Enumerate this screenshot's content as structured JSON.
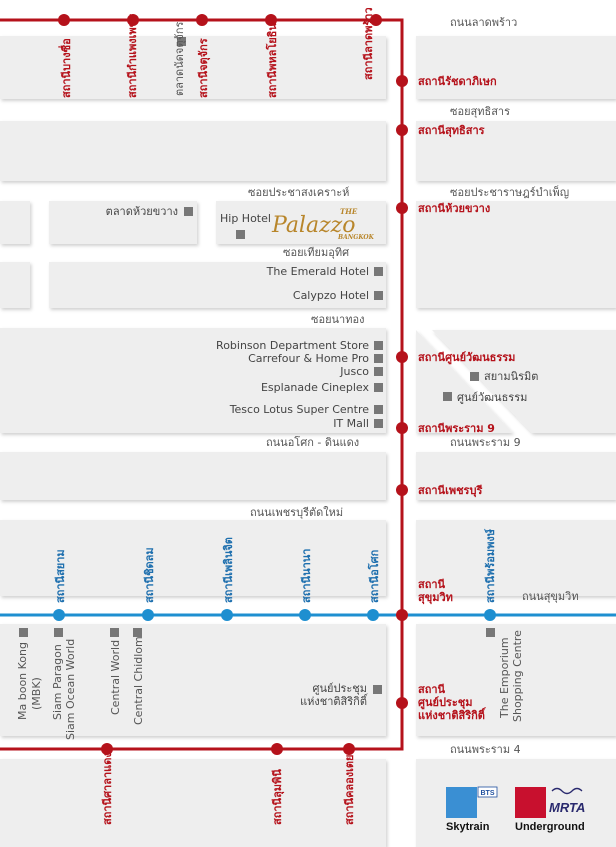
{
  "map": {
    "roads": {
      "ladprao": "ถนนลาดพร้าว",
      "soi_suthisan": "ซอยสุทธิสาร",
      "soi_pracha_songkhro": "ซอยประชาสงเคราะห์",
      "soi_pracharat_bampen": "ซอยประชาราษฎร์บำเพ็ญ",
      "soi_tiam_ruammit": "ซอยเทียมอุทิศ",
      "soi_na_thong": "ซอยนาทอง",
      "asok_din_daeng": "ถนนอโศก - ดินแดง",
      "rama9": "ถนนพระราม 9",
      "new_phetchaburi": "ถนนเพชรบุรีตัดใหม่",
      "sukhumvit": "ถนนสุขุมวิท",
      "rama4": "ถนนพระราม 4"
    },
    "mrt_top_stations": [
      "สถานีบางซื่อ",
      "สถานีกำแพงเพชร",
      "สถานีจตุจักร",
      "สถานีพหลโยธิน",
      "สถานีลาดพร้าว"
    ],
    "mrt_right_stations": {
      "ratchadaphisek": "สถานีรัชดาภิเษก",
      "sutthisan": "สถานีสุทธิสาร",
      "huai_khwang": "สถานีห้วยขวาง",
      "thailand_cultural_centre": "สถานีศูนย์วัฒนธรรม",
      "rama9": "สถานีพระราม 9",
      "phetchaburi": "สถานีเพชรบุรี",
      "sukhumvit_1": "สถานี",
      "sukhumvit_2": "สุขุมวิท",
      "qsncc_1": "สถานี",
      "qsncc_2": "ศูนย์ประชุม",
      "qsncc_3": "แห่งชาติสิริกิติ์"
    },
    "mrt_bottom_stations": [
      "สถานีศาลาแดง",
      "สถานีลุมพินี",
      "สถานีคลองเตย"
    ],
    "bts_stations": [
      "สถานีสยาม",
      "สถานีชิดลม",
      "สถานีเพลินจิต",
      "สถานีนานา",
      "สถานีอโศก",
      "สถานีพร้อมพงษ์"
    ],
    "pois": {
      "chatuchak_market": "ตลาดนัดจตุจักร",
      "huai_khwang_market": "ตลาดห้วยขวาง",
      "hip_hotel": "Hip Hotel",
      "emerald_hotel": "The Emerald Hotel",
      "calypzo_hotel": "Calypzo Hotel",
      "robinson": "Robinson Department Store",
      "carrefour": "Carrefour & Home Pro",
      "jusco": "Jusco",
      "esplanade": "Esplanade Cineplex",
      "tesco": "Tesco Lotus Super Centre",
      "it_mall": "IT Mall",
      "siam_niramit": "สยามนิรมิต",
      "cultural_centre": "ศูนย์วัฒนธรรม",
      "mbk_1": "Ma boon Kong",
      "mbk_2": "(MBK)",
      "siam_paragon": "Siam Paragon",
      "siam_ocean_world": "Siam Ocean World",
      "central_world": "Central World",
      "central_chidlom": "Central Chidlom",
      "qsncc_poi_1": "ศูนย์ประชุม",
      "qsncc_poi_2": "แห่งชาติสิริกิติ์",
      "emporium_1": "The Emporium",
      "emporium_2": "Shopping Centre"
    },
    "logo": {
      "the": "THE",
      "name": "Palazzo",
      "city": "BANGKOK"
    },
    "legend": {
      "bts_badge": "BTS",
      "skytrain": "Skytrain",
      "mrta": "MRTA",
      "underground": "Underground"
    },
    "colors": {
      "mrt_line": "#b5121b",
      "bts_line": "#1e8fd0",
      "block": "#eeeeee",
      "poi_marker": "#777777",
      "logo_gold": "#b8862b"
    }
  }
}
